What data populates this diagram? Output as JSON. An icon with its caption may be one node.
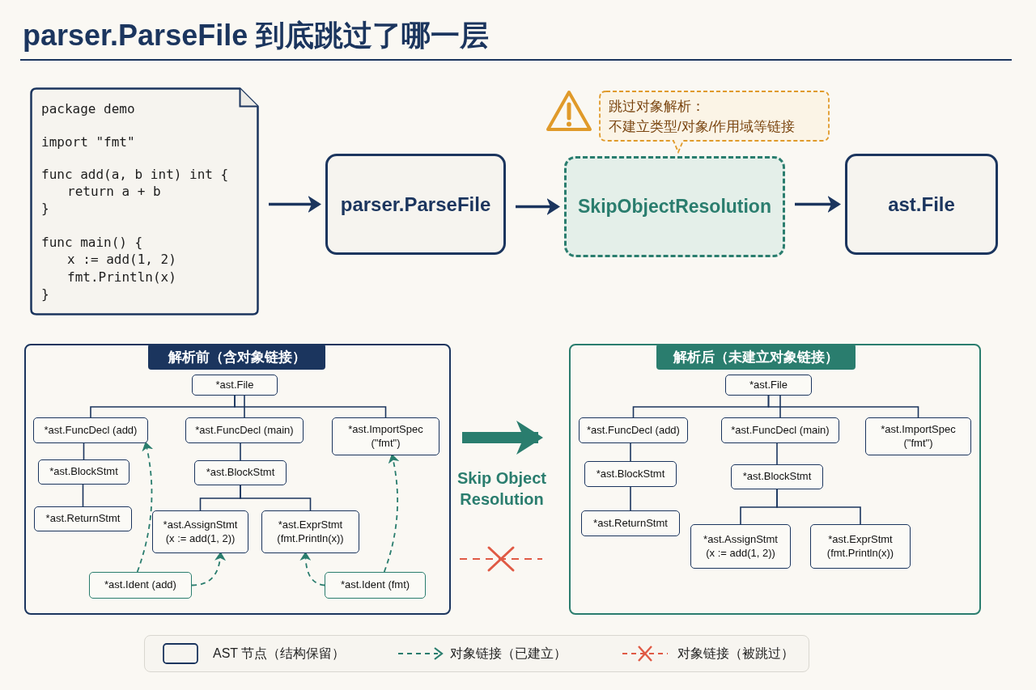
{
  "diagram": {
    "title": "parser.ParseFile 到底跳过了哪一层",
    "nodes": [
      {
        "text": [
          "package demo",
          "import \"fmt\"",
          "func add(a, b int) int {",
          "return a + b",
          "}",
          "func main() {",
          "x := add(1, 2)",
          "fmt.Println(x)",
          "}"
        ]
      },
      {
        "text": [
          "parser.ParseFile"
        ]
      },
      {
        "text": [
          "SkipObjectResolution"
        ]
      },
      {
        "text": [
          "ast.File"
        ]
      },
      {
        "text": [
          "跳过对象解析：",
          "不建立类型/对象/作用域等链接"
        ]
      },
      {
        "text": [
          "解析前（含对象链接）"
        ]
      },
      {
        "text": [
          "*ast.File"
        ],
        "in": 5
      },
      {
        "text": [
          "*ast.FuncDecl (add)"
        ],
        "in": 5
      },
      {
        "text": [
          "*ast.FuncDecl (main)"
        ],
        "in": 5
      },
      {
        "text": [
          "*ast.ImportSpec (\"fmt\")"
        ],
        "in": 5
      },
      {
        "text": [
          "*ast.BlockStmt"
        ],
        "in": 5
      },
      {
        "text": [
          "*ast.ReturnStmt"
        ],
        "in": 5
      },
      {
        "text": [
          "*ast.BlockStmt"
        ],
        "in": 5
      },
      {
        "text": [
          "*ast.AssignStmt (x := add(1, 2))"
        ],
        "in": 5
      },
      {
        "text": [
          "*ast.ExprStmt (fmt.Println(x))"
        ],
        "in": 5
      },
      {
        "text": [
          "*ast.Ident (add)"
        ],
        "in": 5
      },
      {
        "text": [
          "*ast.Ident (fmt)"
        ],
        "in": 5
      },
      {
        "text": [
          "解析后（未建立对象链接）"
        ]
      },
      {
        "text": [
          "*ast.File"
        ],
        "in": 17
      },
      {
        "text": [
          "*ast.FuncDecl (add)"
        ],
        "in": 17
      },
      {
        "text": [
          "*ast.FuncDecl (main)"
        ],
        "in": 17
      },
      {
        "text": [
          "*ast.ImportSpec (\"fmt\")"
        ],
        "in": 17
      },
      {
        "text": [
          "*ast.BlockStmt"
        ],
        "in": 17
      },
      {
        "text": [
          "*ast.ReturnStmt"
        ],
        "in": 17
      },
      {
        "text": [
          "*ast.BlockStmt"
        ],
        "in": 17
      },
      {
        "text": [
          "*ast.AssignStmt (x := add(1, 2))"
        ],
        "in": 17
      },
      {
        "text": [
          "*ast.ExprStmt (fmt.Println(x))"
        ],
        "in": 17
      }
    ],
    "edges": [
      {
        "from": 0,
        "to": 1,
        "arrow": "to"
      },
      {
        "from": 1,
        "to": 2,
        "arrow": "to"
      },
      {
        "from": 2,
        "to": 3,
        "arrow": "to"
      },
      {
        "from": 6,
        "to": 7,
        "arrow": "none"
      },
      {
        "from": 6,
        "to": 8,
        "arrow": "none"
      },
      {
        "from": 6,
        "to": 9,
        "arrow": "none"
      },
      {
        "from": 7,
        "to": 10,
        "arrow": "none"
      },
      {
        "from": 10,
        "to": 11,
        "arrow": "none"
      },
      {
        "from": 8,
        "to": 12,
        "arrow": "none"
      },
      {
        "from": 12,
        "to": 13,
        "arrow": "none"
      },
      {
        "from": 12,
        "to": 14,
        "arrow": "none"
      },
      {
        "from": 15,
        "to": 7,
        "arrow": "to",
        "style": "dashed",
        "color": "#2a7d6e"
      },
      {
        "from": 15,
        "to": 13,
        "arrow": "to",
        "style": "dashed",
        "color": "#2a7d6e"
      },
      {
        "from": 16,
        "to": 9,
        "arrow": "to",
        "style": "dashed",
        "color": "#2a7d6e"
      },
      {
        "from": 16,
        "to": 14,
        "arrow": "to",
        "style": "dashed",
        "color": "#2a7d6e"
      },
      {
        "from": 5,
        "to": 17,
        "arrow": "to",
        "style": "thick",
        "color": "#2a7d6e"
      },
      {
        "from": 18,
        "to": 19,
        "arrow": "none"
      },
      {
        "from": 18,
        "to": 20,
        "arrow": "none"
      },
      {
        "from": 18,
        "to": 21,
        "arrow": "none"
      },
      {
        "from": 19,
        "to": 22,
        "arrow": "none"
      },
      {
        "from": 22,
        "to": 23,
        "arrow": "none"
      },
      {
        "from": 20,
        "to": 24,
        "arrow": "none"
      },
      {
        "from": 24,
        "to": 25,
        "arrow": "none"
      },
      {
        "from": 24,
        "to": 26,
        "arrow": "none"
      }
    ],
    "labels": [
      "Skip Object Resolution"
    ],
    "legend": [
      {
        "text": "AST 节点（结构保留）"
      },
      {
        "text": "对象链接（已建立）"
      },
      {
        "text": "对象链接（被跳过）"
      }
    ]
  }
}
